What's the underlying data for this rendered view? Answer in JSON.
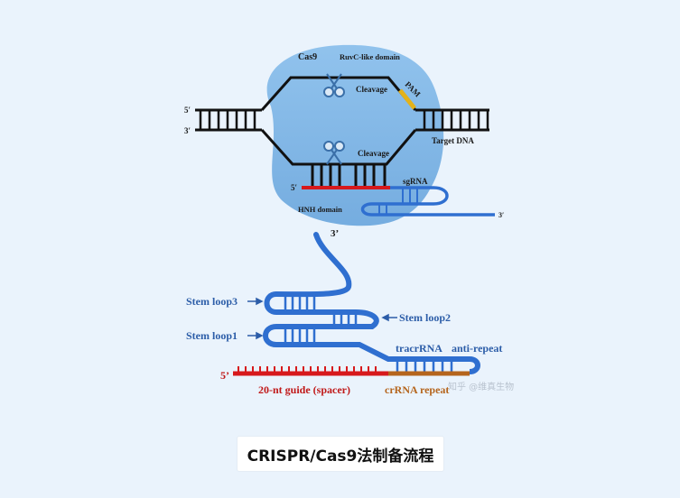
{
  "figure": {
    "top": {
      "cas9": "Cas9",
      "ruvc": "RuvC-like domain",
      "cleavage_top": "Cleavage",
      "cleavage_bottom": "Cleavage",
      "pam": "PAM",
      "five_prime_top": "5′",
      "three_prime_left": "3′",
      "target_dna": "Target DNA",
      "sgrna": "sgRNA",
      "five_prime_guide": "5′",
      "hnh": "HNH domain",
      "three_prime_tail": "3′"
    },
    "bottom": {
      "three_prime": "3’",
      "stem_loop3": "Stem loop3",
      "stem_loop2": "Stem loop2",
      "stem_loop1": "Stem loop1",
      "tracr_a": "tracrRNA",
      "tracr_b": "anti-repeat",
      "five_prime": "5’",
      "guide": "20-nt guide (spacer)",
      "crrna": "crRNA repeat"
    },
    "watermark": "知乎 @维真生物"
  },
  "caption": "CRISPR/Cas9法制备流程",
  "colors": {
    "background": "#eaf3fc",
    "cas9_blob": "#7fb6e6",
    "dna_strand": "#111111",
    "guide_red": "#d7191c",
    "rna_blue": "#2f6fd0",
    "pam_yellow": "#e4b21a",
    "crrna_brown": "#b5651d"
  }
}
